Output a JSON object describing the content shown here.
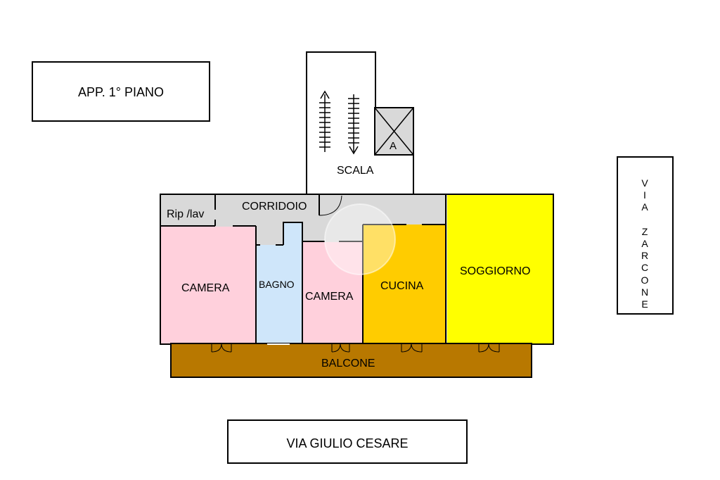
{
  "title": "APP. 1° PIANO",
  "street_south": "VIA GIULIO CESARE",
  "street_east": "VIA ZARCONE",
  "elevator_label": "A",
  "rooms": {
    "scala": "SCALA",
    "corridoio": "CORRIDOIO",
    "ripostiglio": "Rip /lav",
    "camera1": "CAMERA",
    "bagno": "BAGNO",
    "camera2": "CAMERA",
    "cucina": "CUCINA",
    "soggiorno": "SOGGIORNO",
    "balcone": "BALCONE"
  },
  "colors": {
    "camera": "#ffd0dc",
    "bagno": "#cfe6fa",
    "cucina": "#ffcc00",
    "soggiorno": "#ffff00",
    "balcone": "#b87800",
    "corridoio": "#d9d9d9",
    "ascensore": "#d9d9d9"
  }
}
